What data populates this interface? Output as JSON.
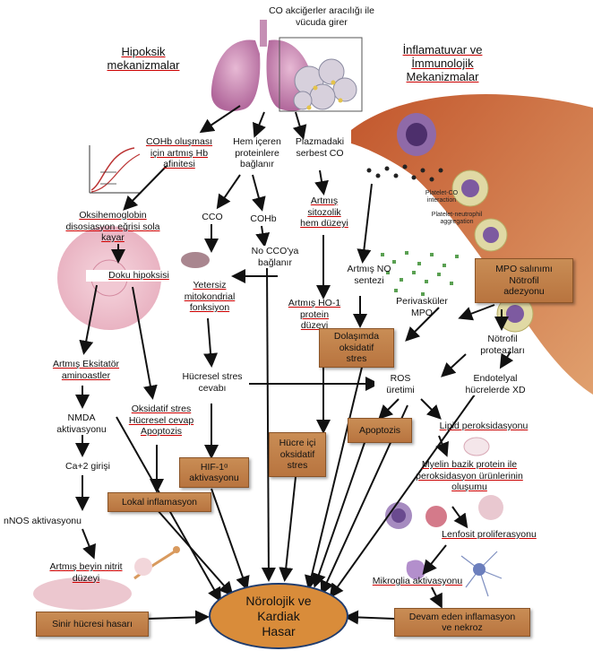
{
  "top": {
    "co_entry": "CO akciğerler aracılığı ile\nvücuda girer",
    "hypoxic_header": "Hipoksik\nmekanizmalar",
    "inflam_header": "İnflamatuvar ve\nİmmunolojik\nMekanizmalar"
  },
  "hypoxic": {
    "cohb_increase": "COHb oluşması\niçin artmış Hb\nafinitesi",
    "heme_binding": "Hem içeren\nproteinlere\nbağlanır",
    "plasma_co": "Plazmadaki\nserbest CO",
    "oxy_curve": "Oksihemoglobin\ndisosiasyon eğrisi sola\nkayar",
    "cco": "CCO",
    "cohb": "COHb",
    "cyto_heme": "Artmış\nsitozolik\nhem düzeyi",
    "no_cco": "No CCO'ya\nbağlanır",
    "tissue_hypoxia": "Doku hipoksisi",
    "mito_fail": "Yetersiz\nmitokondrial\nfonksiyon",
    "ho1": "Artmış HO-1\nprotein\ndüzeyi",
    "excit_aa": "Artmış Eksitatör\naminoastler",
    "cell_stress": "Hücresel stres\ncevabı",
    "nmda": "NMDA\naktivasyonu",
    "ox_stress_apop": "Oksidatif stres\nHücresel cevap\nApoptozis",
    "hif1": "HIF-1ᵅ\naktivasyonu",
    "intracell_ox": "Hücre içi\noksidatif\nstres",
    "ca_entry": "Ca+2 girişi",
    "local_inflam": "Lokal inflamasyon",
    "nnos": "nNOS aktivasyonu",
    "brain_nitrite": "Artmış beyin nitrit\ndüzeyi",
    "nerve_damage": "Sinir hücresi hasarı"
  },
  "inflam": {
    "platelet_co": "Platelet-CO\ninteraction",
    "platelet_neutro": "Platelet-neutrophil\naggregation",
    "increased_no": "Artmış NO\nsentezi",
    "mpo_release": "MPO salınımı\nNötrofil\nadezyonu",
    "perivasc_mpo": "Perivasküler\nMPO",
    "circ_ox": "Dolaşımda\noksidatif\nstres",
    "neutro_prot": "Nötrofil\nproteazları",
    "endo_xd": "Endotelyal\nhücrelerde XD",
    "ros": "ROS\nüretimi",
    "apoptosis": "Apoptozis",
    "lipid_perox": "Lipid peroksidasyonu",
    "myelin": "Myelin bazik protein ile\nperoksidasyon ürünlerinin\noluşumu",
    "lymph_prolif": "Lenfosit proliferasyonu",
    "microglia": "Mikroglia aktivasyonu",
    "ongoing": "Devam eden inflamasyon\nve nekroz"
  },
  "outcome": "Nörolojik ve\nKardiak\nHasar"
}
